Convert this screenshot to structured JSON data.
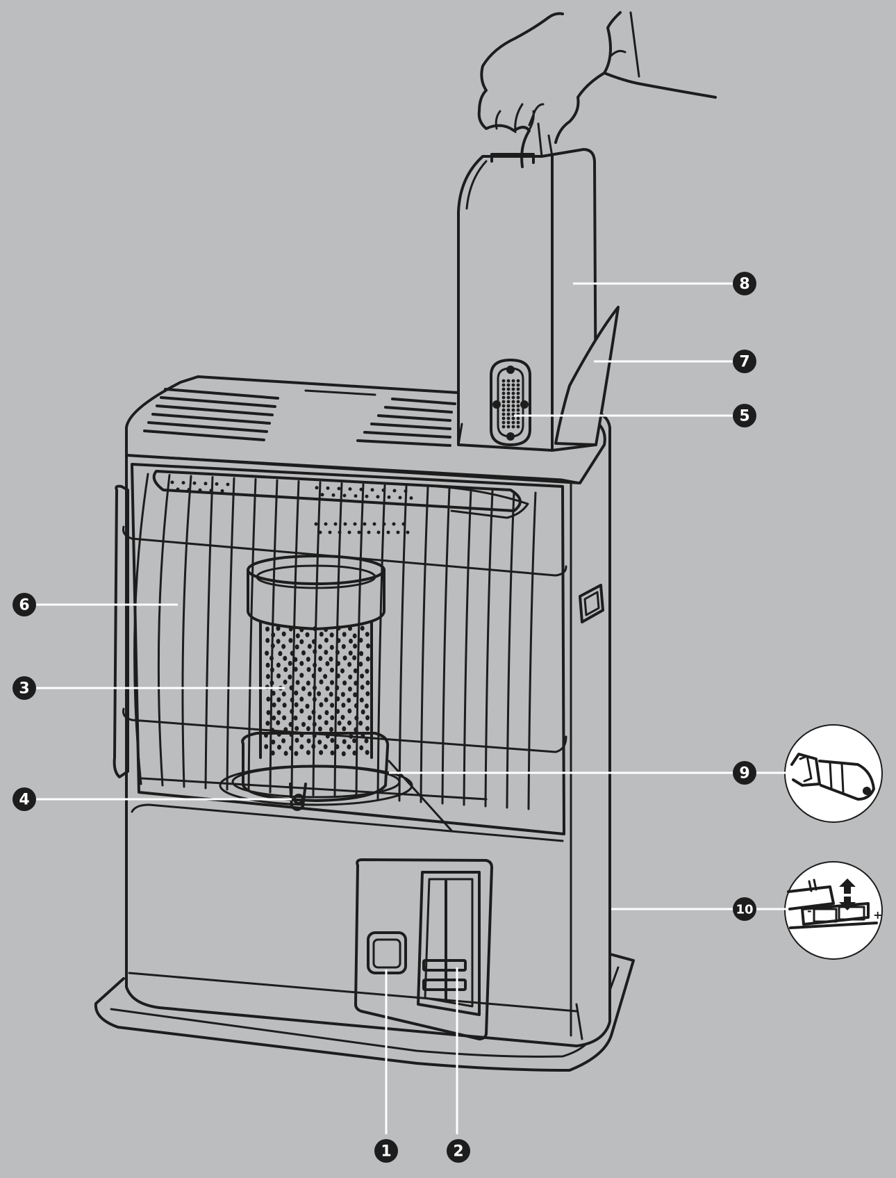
{
  "callouts": [
    {
      "id": "callout-1",
      "label": "1"
    },
    {
      "id": "callout-2",
      "label": "2"
    },
    {
      "id": "callout-3",
      "label": "3"
    },
    {
      "id": "callout-4",
      "label": "4"
    },
    {
      "id": "callout-5",
      "label": "5"
    },
    {
      "id": "callout-6",
      "label": "6"
    },
    {
      "id": "callout-7",
      "label": "7"
    },
    {
      "id": "callout-8",
      "label": "8"
    },
    {
      "id": "callout-9",
      "label": "9"
    },
    {
      "id": "callout-10",
      "label": "10"
    }
  ],
  "battery_inset": {
    "minus": "-",
    "plus": "+"
  },
  "colors": {
    "background": "#bcbdbf",
    "line": "#1d1d1d",
    "leader": "#ffffff"
  }
}
